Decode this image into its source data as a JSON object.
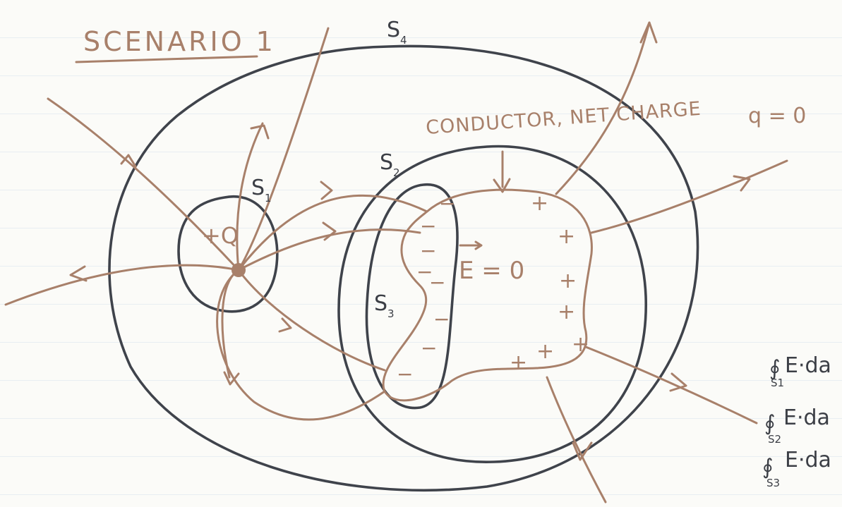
{
  "title": "SCENARIO 1",
  "surfaces": {
    "s1": "S",
    "s1_sub": "1",
    "s2": "S",
    "s2_sub": "2",
    "s3": "S",
    "s3_sub": "3",
    "s4": "S",
    "s4_sub": "4"
  },
  "charge_label": "+Q",
  "conductor_label": "CONDUCTOR, NET CHARGE",
  "conductor_charge": "q = 0",
  "field_inside": "E = 0",
  "negative_sign": "−",
  "positive_sign": "+",
  "integrals": [
    {
      "symbol": "∮",
      "subscript": "S1",
      "expr": "E·da"
    },
    {
      "symbol": "∮",
      "subscript": "S2",
      "expr": "E·da"
    },
    {
      "symbol": "∮",
      "subscript": "S3",
      "expr": "E·da"
    }
  ],
  "colors": {
    "ink_gray": "#3f434b",
    "ink_brown": "#a8806a",
    "paper": "#fbfbf8"
  }
}
